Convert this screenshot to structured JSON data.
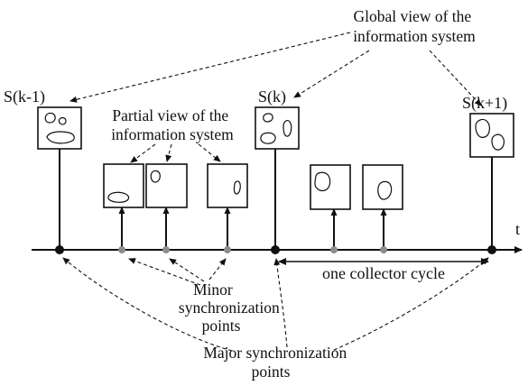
{
  "labels": {
    "global_view": [
      "Global view of the",
      "information system"
    ],
    "partial_view": [
      "Partial view of the",
      "information system"
    ],
    "minor_points": [
      "Minor",
      "synchronization",
      "points"
    ],
    "major_points": [
      "Major synchronization",
      "points"
    ],
    "collector_cycle": "one collector cycle",
    "time_axis": "t",
    "snapshots": [
      "S(k-1)",
      "S(k)",
      "S(k+1)"
    ]
  },
  "colors": {
    "ink": "#111111",
    "minor_point": "#8c8c8c",
    "major_point": "#111111"
  }
}
